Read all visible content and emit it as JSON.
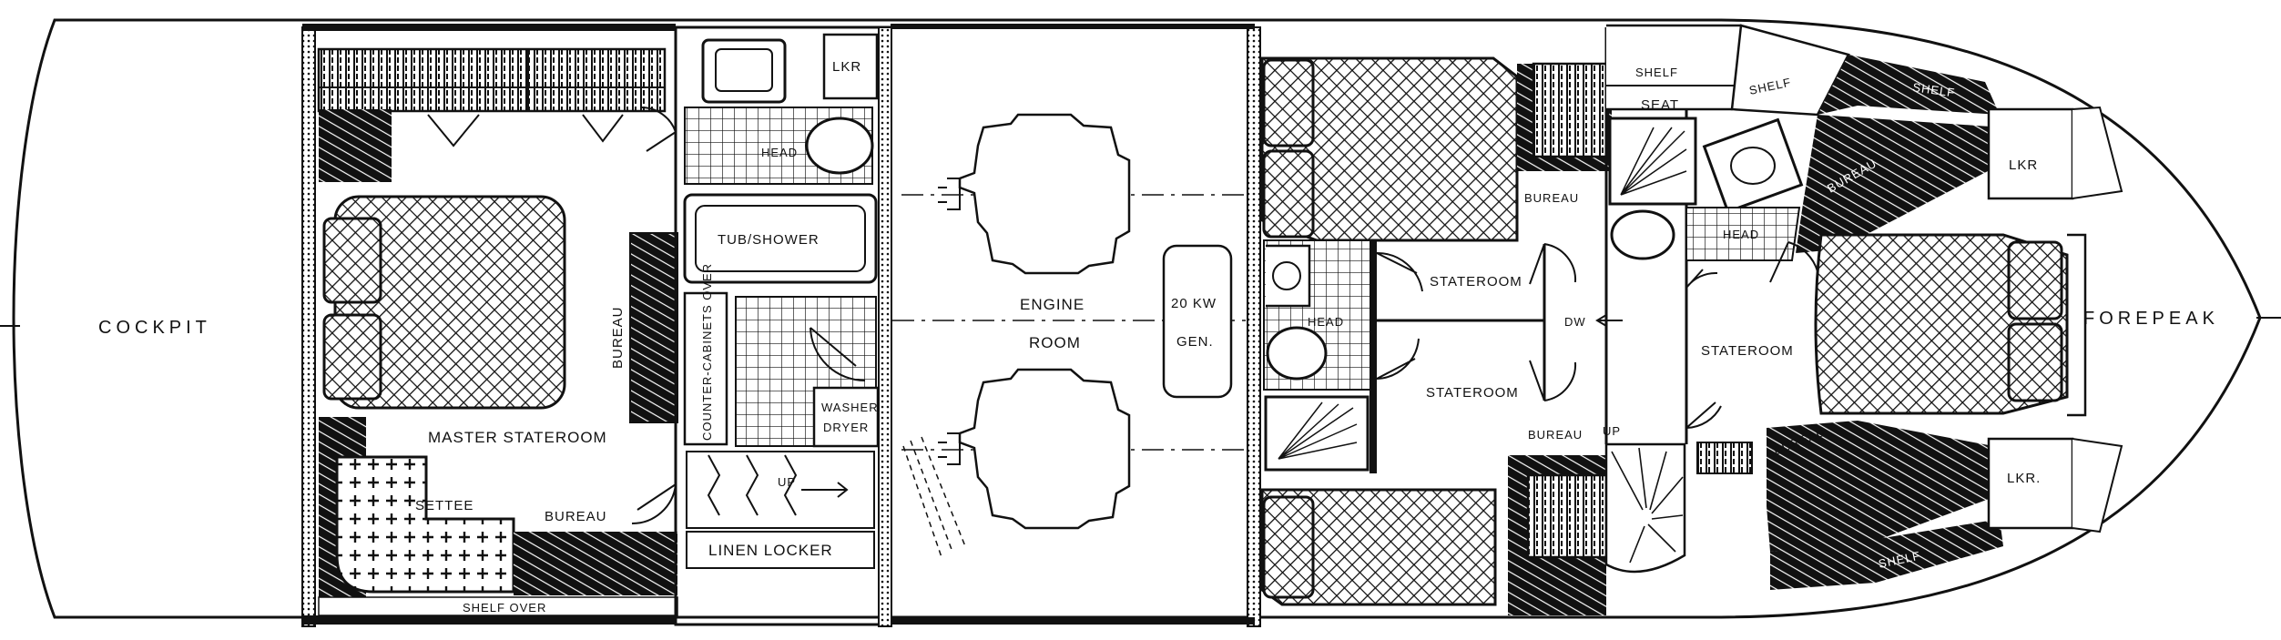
{
  "diagram": {
    "ink_color": "#111111",
    "paper_color": "#ffffff",
    "labels": {
      "cockpit": "COCKPIT",
      "forepeak": "FOREPEAK",
      "master_stateroom": "MASTER STATEROOM",
      "settee": "SETTEE",
      "bureau_master_low": "BUREAU",
      "bureau_master_vertical": "BUREAU",
      "shelf_over": "SHELF OVER",
      "lkr_aft_head": "LKR",
      "head_aft": "HEAD",
      "tub_shower": "TUB/SHOWER",
      "counter_cabinets_over": "COUNTER-CABINETS OVER",
      "washer_dryer_1": "WASHER",
      "washer_dryer_2": "DRYER",
      "up_aft": "UP",
      "linen_locker": "LINEN LOCKER",
      "engine_room_1": "ENGINE",
      "engine_room_2": "ROOM",
      "generator_1": "20 KW",
      "generator_2": "GEN.",
      "bureau_port": "BUREAU",
      "head_mid": "HEAD",
      "stateroom_port": "STATEROOM",
      "stateroom_stbd": "STATEROOM",
      "dw": "DW",
      "bureau_stbd": "BUREAU",
      "up_fwd": "UP",
      "shelf_top_1": "SHELF",
      "seat": "SEAT",
      "shelf_top_2": "SHELF",
      "head_fwd": "HEAD",
      "stateroom_fwd": "STATEROOM",
      "shelf_fwd_top": "SHELF",
      "bureau_fwd_top": "BUREAU",
      "lkr_fwd_top": "LKR",
      "bureau_fwd_low": "BUREAU",
      "lkr_fwd_low": "LKR.",
      "shelf_fwd_low": "SHELF"
    }
  }
}
